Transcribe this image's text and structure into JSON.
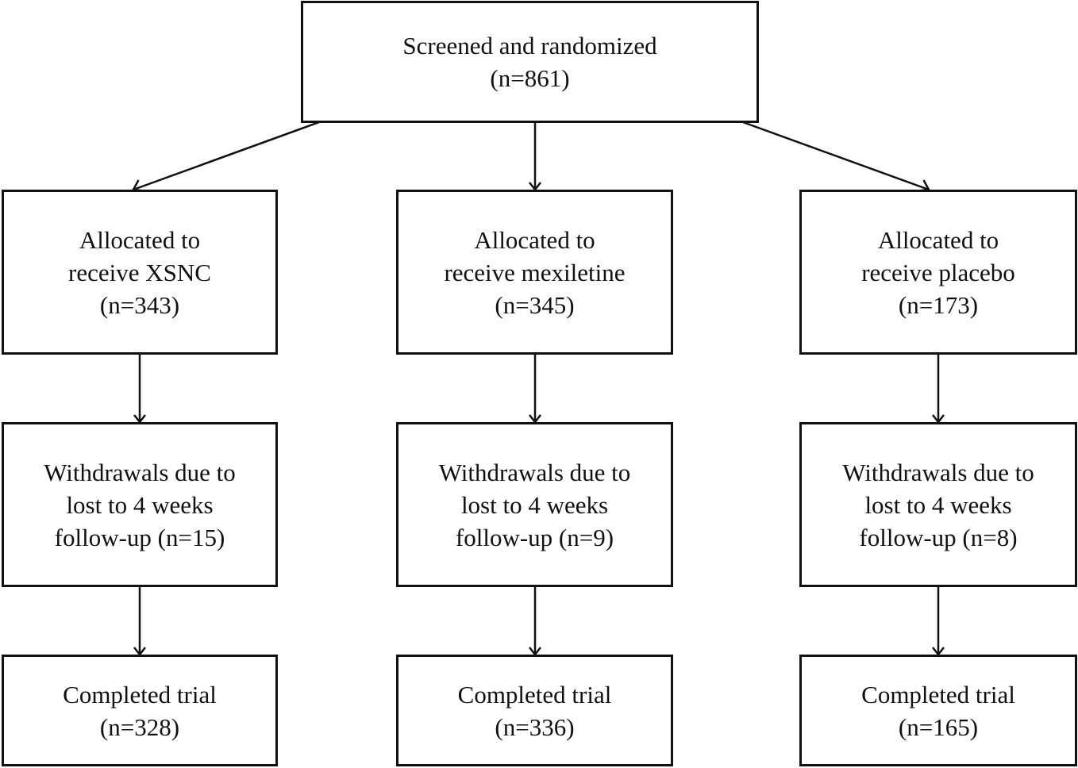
{
  "flow": {
    "screened": {
      "line1": "Screened and randomized",
      "line2": "(n=861)"
    },
    "arms": [
      {
        "allocated": {
          "line1": "Allocated to",
          "line2": "receive XSNC",
          "line3": "(n=343)"
        },
        "withdrawals": {
          "line1": "Withdrawals due to",
          "line2": "lost to 4 weeks",
          "line3": "follow-up (n=15)"
        },
        "completed": {
          "line1": "Completed trial",
          "line2": "(n=328)"
        }
      },
      {
        "allocated": {
          "line1": "Allocated to",
          "line2": "receive mexiletine",
          "line3": "(n=345)"
        },
        "withdrawals": {
          "line1": "Withdrawals due to",
          "line2": "lost to 4 weeks",
          "line3": "follow-up (n=9)"
        },
        "completed": {
          "line1": "Completed trial",
          "line2": "(n=336)"
        }
      },
      {
        "allocated": {
          "line1": "Allocated to",
          "line2": "receive placebo",
          "line3": "(n=173)"
        },
        "withdrawals": {
          "line1": "Withdrawals due to",
          "line2": "lost to 4 weeks",
          "line3": "follow-up (n=8)"
        },
        "completed": {
          "line1": "Completed trial",
          "line2": "(n=165)"
        }
      }
    ]
  }
}
